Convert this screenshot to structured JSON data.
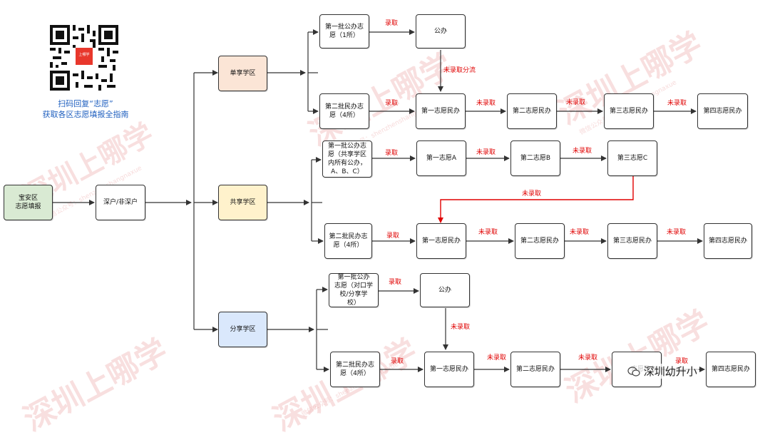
{
  "qr": {
    "caption_line1": "扫码回复“志愿”",
    "caption_line2": "获取各区志愿填报全指南",
    "logo_text": "上哪学"
  },
  "watermark": {
    "main": "深圳上哪学",
    "sub": "微信公众号：shenzhenshangnaxue"
  },
  "brand": {
    "icon": "wechat-icon",
    "text": "深圳幼升小"
  },
  "colors": {
    "arrow": "#333333",
    "label": "#e00000",
    "highlight": "#e00000"
  },
  "nodes": {
    "start": "宝安区\n志愿填报",
    "hukou": "深户/非深户",
    "dan": "单享学区",
    "gong": "共享学区",
    "fen": "分享学区",
    "d_pub": "第一批公办志\n愿（1所）",
    "d_pub_r": "公办",
    "d_min": "第二批民办志\n愿（4所）",
    "d_m1": "第一志愿民办",
    "d_m2": "第二志愿民办",
    "d_m3": "第三志愿民办",
    "d_m4": "第四志愿民办",
    "g_pub": "第一批公办志\n愿（共享学区\n内所有公办，\nA、B、C）",
    "g_a": "第一志愿A",
    "g_b": "第二志愿B",
    "g_c": "第三志愿C",
    "g_min": "第二批民办志\n愿（4所）",
    "g_m1": "第一志愿民办",
    "g_m2": "第二志愿民办",
    "g_m3": "第三志愿民办",
    "g_m4": "第四志愿民办",
    "f_pub": "第一批公办\n志愿（对口学\n校/分享学\n校）",
    "f_pub_r": "公办",
    "f_min": "第二批民办志\n愿（4所）",
    "f_m1": "第一志愿民办",
    "f_m2": "第二志愿民办",
    "f_m3": "志愿民办",
    "f_m4": "第四志愿民办"
  },
  "labels": {
    "admit": "录取",
    "not_admit": "未录取",
    "not_admit_split": "未录取分流"
  }
}
